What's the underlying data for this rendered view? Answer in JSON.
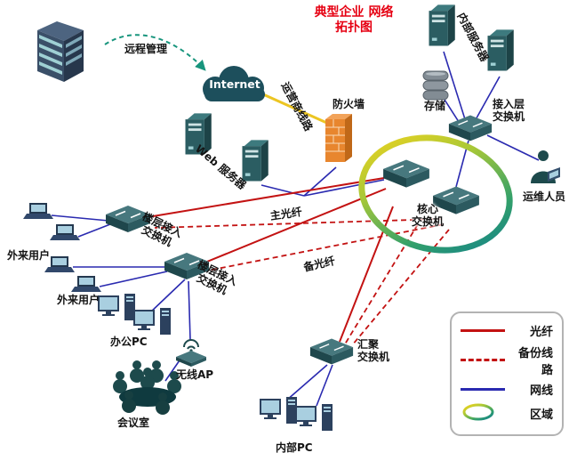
{
  "title": {
    "line1": "典型企业",
    "line2": "网络拓扑图"
  },
  "nodes": {
    "remote_mgmt": "远程管理",
    "internet": "Internet",
    "carrier_line": "运营商线路",
    "firewall": "防火墙",
    "web_server": "Web 服务器",
    "internal_server": "内部服务器",
    "storage": "存储",
    "access_switch": {
      "line1": "接入层",
      "line2": "交换机"
    },
    "ops_staff": "运维人员",
    "core_switch": {
      "line1": "核心",
      "line2": "交换机"
    },
    "floor_switch_1": {
      "line1": "楼层接入",
      "line2": "交换机"
    },
    "floor_switch_2": {
      "line1": "楼层接入",
      "line2": "交换机"
    },
    "external_user_1": "外来用户",
    "external_user_2": "外来用户",
    "office_pc": "办公PC",
    "wireless_ap": "无线AP",
    "meeting_room": "会议室",
    "agg_switch": {
      "line1": "汇聚",
      "line2": "交换机"
    },
    "internal_pc": "内部PC",
    "main_fiber": "主光纤",
    "backup_fiber": "备光纤"
  },
  "legend": {
    "items": [
      {
        "label": "光纤",
        "style": "solid-red"
      },
      {
        "label": "备份线路",
        "style": "dashed-red"
      },
      {
        "label": "网线",
        "style": "solid-blue"
      },
      {
        "label": "区域",
        "style": "gradient-ring"
      }
    ]
  },
  "colors": {
    "title": "#e60012",
    "fiber": "#c31212",
    "backup_line": "#c31212",
    "network_cable": "#2a2ab0",
    "carrier_line": "#ecc522",
    "device_teal": "#2b5d62",
    "firewall_orange": "#e8862e",
    "ring_gradient": [
      "#f6d41c",
      "#a8c837",
      "#33a06a",
      "#0f7f8f"
    ]
  }
}
